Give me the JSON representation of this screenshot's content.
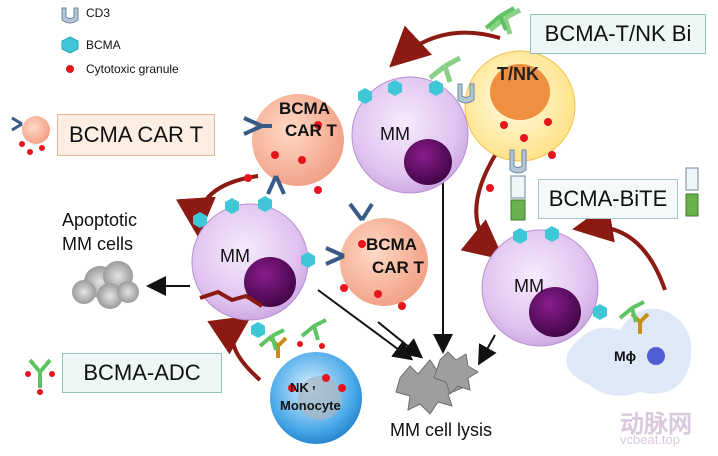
{
  "legend": {
    "cd3": "CD3",
    "bcma": "BCMA",
    "granule": "Cytotoxic granule"
  },
  "labels": {
    "bcma_tnk_bi": "BCMA-T/NK Bi",
    "bcma_car_t": "BCMA CAR T",
    "bcma_bite": "BCMA-BiTE",
    "bcma_adc": "BCMA-ADC",
    "car_t_cell_top": [
      "BCMA",
      "CAR T"
    ],
    "car_t_cell_bottom": [
      "BCMA",
      "CAR T"
    ],
    "tnk_cell": "T/NK",
    "mm_top": "MM",
    "mm_left": "MM",
    "mm_right": "MM",
    "apoptotic": [
      "Apoptotic",
      "MM cells"
    ],
    "nk_monocyte": [
      "NK",
      ",",
      "Monocyte"
    ],
    "macrophage": "Mϕ",
    "lysis": "MM cell lysis"
  },
  "watermark": {
    "brand": "动脉网",
    "url": "vcbeat.top"
  },
  "colors": {
    "granule": "#e8141c",
    "bcma": "#3fc7d8",
    "cd3": "#9fb6c7",
    "mm_cell": "#e3c8f2",
    "nucleus": "#5a0a5e",
    "car_t": "#f3a48a",
    "tnk": "#ffe79a",
    "tnk_nucleus": "#f0924a",
    "nk_cell": "#2f97de",
    "antibody_green": "#5cc463",
    "arrow_red": "#8b1a12"
  }
}
